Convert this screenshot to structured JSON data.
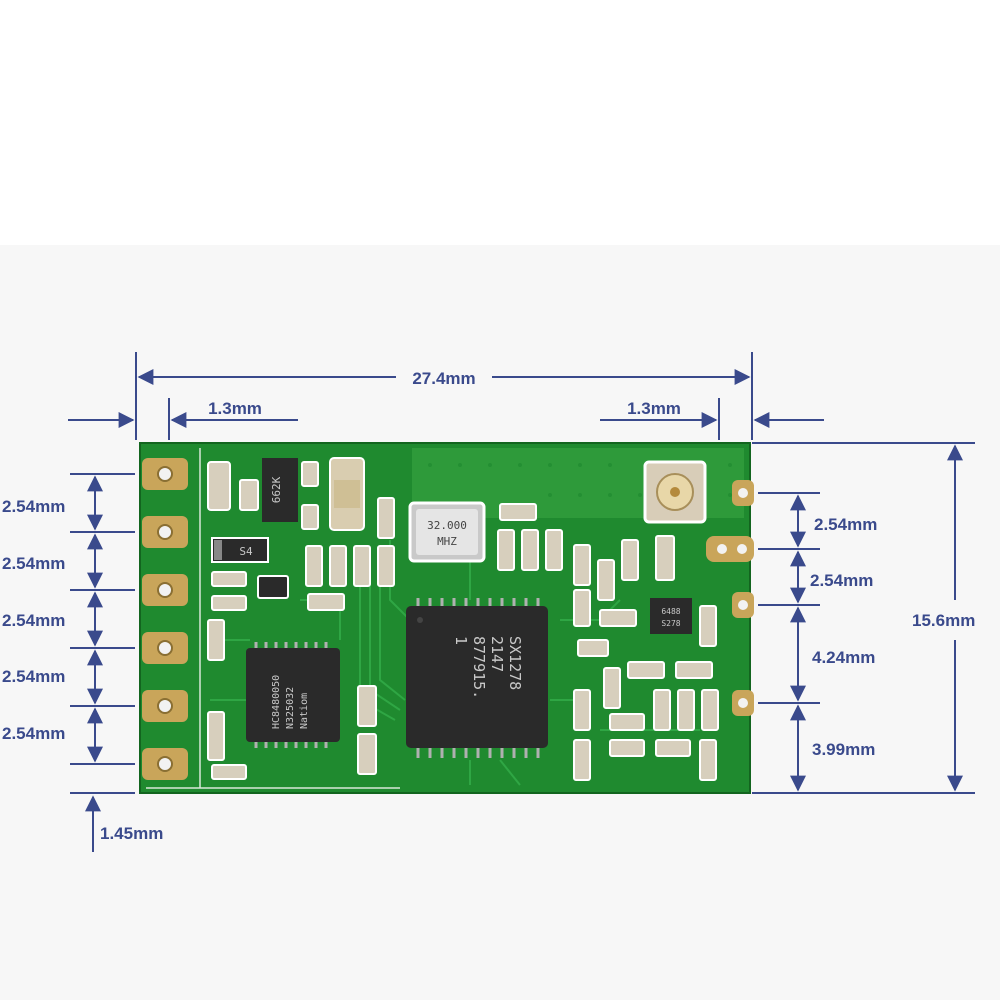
{
  "colors": {
    "dimension_line": "#3a4a8c",
    "pcb_green": "#1f8a2f",
    "pad_gold": "#c9a55a",
    "ic_body": "#2a2a2a"
  },
  "dimensions": {
    "width_total": "27.4mm",
    "edge_left": "1.3mm",
    "edge_right": "1.3mm",
    "height_total": "15.6mm",
    "left_pitch": [
      "2.54mm",
      "2.54mm",
      "2.54mm",
      "2.54mm",
      "2.54mm"
    ],
    "left_bottom": "1.45mm",
    "right_pitch_1": "2.54mm",
    "right_pitch_2": "2.54mm",
    "right_gap": "4.24mm",
    "right_bottom": "3.99mm"
  },
  "board": {
    "crystal_line1": "32.000",
    "crystal_line2": "MHZ",
    "main_ic_lines": [
      "SX1278",
      "2147",
      "877915.",
      "1"
    ],
    "mcu_lines": [
      "HC8480050",
      "N325032",
      "Natiom"
    ],
    "regulator_label": "662K",
    "diode_label": "S4",
    "small_ic_lines": [
      "6488",
      "S278"
    ]
  }
}
